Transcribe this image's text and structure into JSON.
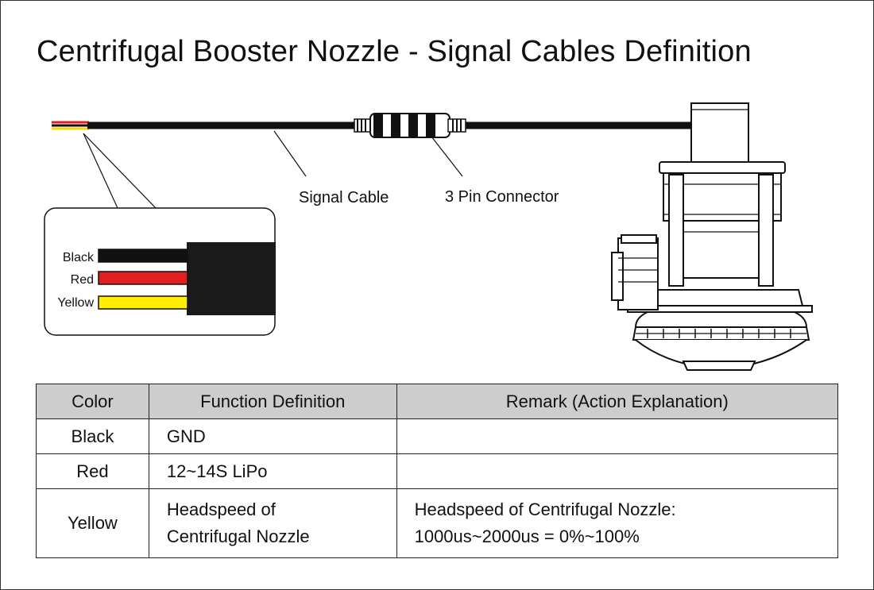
{
  "title": "Centrifugal Booster Nozzle - Signal Cables Definition",
  "labels": {
    "signal_cable": "Signal Cable",
    "connector": "3 Pin Connector"
  },
  "wires": [
    {
      "name": "Black",
      "color": "#111111"
    },
    {
      "name": "Red",
      "color": "#e02020"
    },
    {
      "name": "Yellow",
      "color": "#ffee00"
    }
  ],
  "table": {
    "headers": [
      "Color",
      "Function Definition",
      "Remark (Action Explanation)"
    ],
    "rows": [
      {
        "color": "Black",
        "function": "GND",
        "remark": ""
      },
      {
        "color": "Red",
        "function": "12~14S LiPo",
        "remark": ""
      },
      {
        "color": "Yellow",
        "function_line1": "Headspeed of",
        "function_line2": "Centrifugal Nozzle",
        "remark_line1": "Headspeed of Centrifugal Nozzle:",
        "remark_line2": "1000us~2000us = 0%~100%"
      }
    ]
  }
}
